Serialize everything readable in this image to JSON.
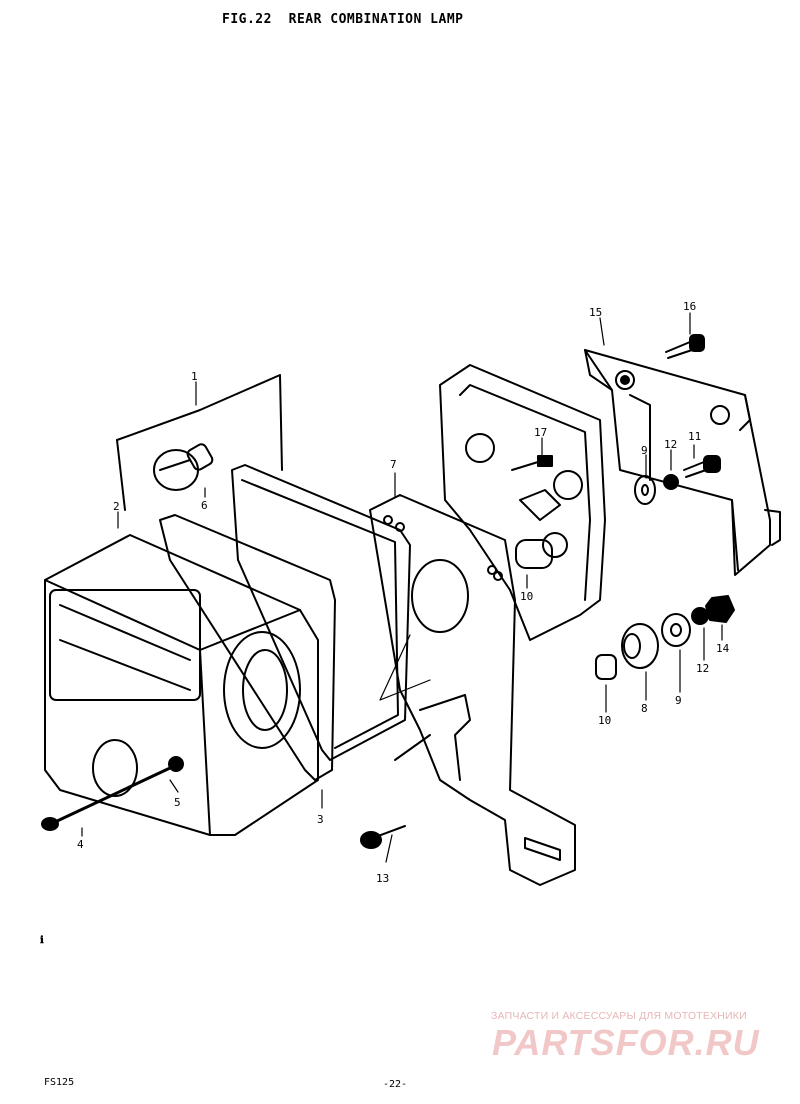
{
  "header": {
    "title": "FIG.22  REAR COMBINATION LAMP"
  },
  "callouts": {
    "c1": "1",
    "c2": "2",
    "c3": "3",
    "c4": "4",
    "c5": "5",
    "c6": "6",
    "c7": "7",
    "c8": "8",
    "c9a": "9",
    "c9b": "9",
    "c10a": "10",
    "c10b": "10",
    "c11": "11",
    "c12a": "12",
    "c12b": "12",
    "c13": "13",
    "c14": "14",
    "c15": "15",
    "c16": "16",
    "c17": "17"
  },
  "watermark": {
    "tagline": "ЗАПЧАСТИ И АКСЕССУАРЫ ДЛЯ МОТОТЕХНИКИ",
    "logo": "PARTSFOR.RU"
  },
  "footer": {
    "left": "FS125",
    "center": "-22-"
  },
  "margin_mark": "ℹ",
  "colors": {
    "ink": "#000000",
    "watermark": "#f1c7c7"
  }
}
